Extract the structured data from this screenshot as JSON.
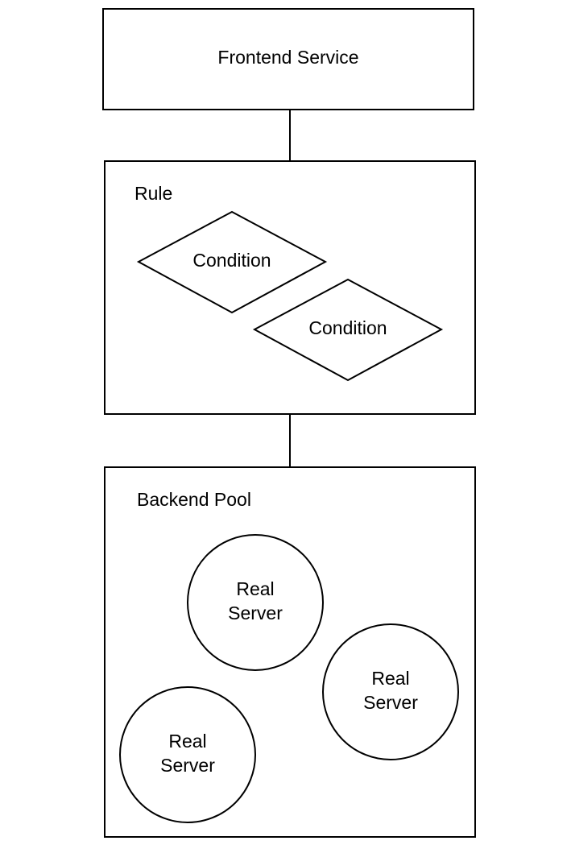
{
  "frontend": {
    "label": "Frontend Service"
  },
  "rule": {
    "label": "Rule",
    "conditions": [
      {
        "label": "Condition"
      },
      {
        "label": "Condition"
      }
    ]
  },
  "backend_pool": {
    "label": "Backend Pool",
    "servers": [
      {
        "line1": "Real",
        "line2": "Server"
      },
      {
        "line1": "Real",
        "line2": "Server"
      },
      {
        "line1": "Real",
        "line2": "Server"
      }
    ]
  }
}
